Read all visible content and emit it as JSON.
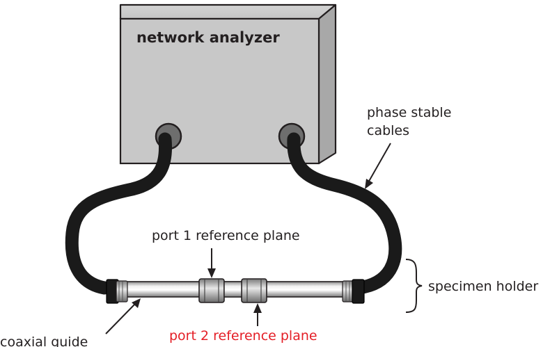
{
  "analyzer": {
    "label": "network analyzer",
    "body_color": "#c8c8c8"
  },
  "labels": {
    "phase_line1": "phase stable",
    "phase_line2": "cables",
    "port1": "port 1 reference plane",
    "port2": "port 2 reference plane",
    "specimen": "specimen holder",
    "coaxial": "coaxial guide"
  },
  "colors": {
    "outline": "#231f20",
    "cable": "#1a1a1a",
    "port2_text": "#e41e26"
  }
}
